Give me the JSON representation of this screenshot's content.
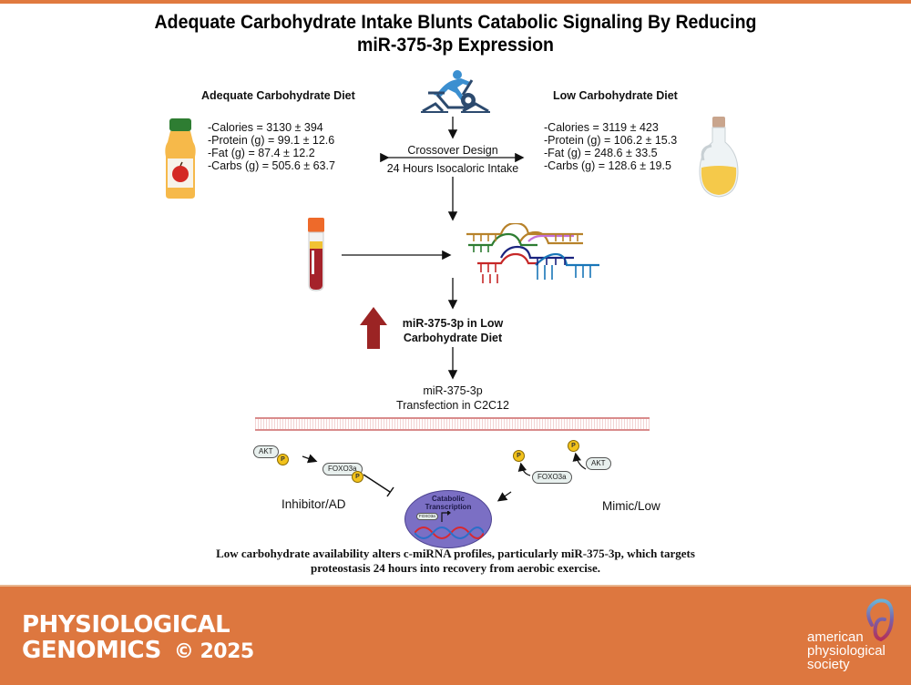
{
  "title": {
    "line1": "Adequate Carbohydrate Intake Blunts Catabolic Signaling By Reducing",
    "line2": "miR-375-3p Expression"
  },
  "adequate_diet": {
    "heading": "Adequate Carbohydrate Diet",
    "items": [
      "-Calories = 3130 ± 394",
      "-Protein (g) = 99.1 ± 12.6",
      "-Fat (g) = 87.4 ± 12.2",
      "-Carbs (g) = 505.6 ± 63.7"
    ]
  },
  "low_diet": {
    "heading": "Low Carbohydrate Diet",
    "items": [
      "-Calories = 3119 ± 423",
      "-Protein (g) = 106.2 ± 15.3",
      "-Fat (g) = 248.6 ± 33.5",
      "-Carbs (g) = 128.6 ± 19.5"
    ]
  },
  "design": {
    "line1": "Crossover Design",
    "line2": "24 Hours Isocaloric Intake"
  },
  "result": {
    "line1": "miR-375-3p in Low",
    "line2": "Carbohydrate Diet"
  },
  "transfection": {
    "line1": "miR-375-3p",
    "line2": "Transfection in C2C12"
  },
  "pathway": {
    "akt": "AKT",
    "foxo3a": "FOXO3a",
    "phospho": "P",
    "left_label": "Inhibitor/AD",
    "right_label": "Mimic/Low",
    "nucleus_line1": "Catabolic",
    "nucleus_line2": "Transcription",
    "nucleus_tf": "FOXO3a"
  },
  "caption": {
    "line1": "Low carbohydrate availability alters c-miRNA profiles, particularly miR-375-3p, which targets",
    "line2": "proteostasis 24 hours into recovery from aerobic exercise."
  },
  "footer": {
    "journal_line1": "PHYSIOLOGICAL",
    "journal_line2": "GENOMICS",
    "copyright": "© 2025",
    "society_line1": "american",
    "society_line2": "physiological",
    "society_line3": "society"
  },
  "colors": {
    "brand_orange": "#dd773f",
    "up_arrow": "#9b2424",
    "nucleus": "#7b6fc4",
    "cyclist": "#3b8fd0"
  }
}
